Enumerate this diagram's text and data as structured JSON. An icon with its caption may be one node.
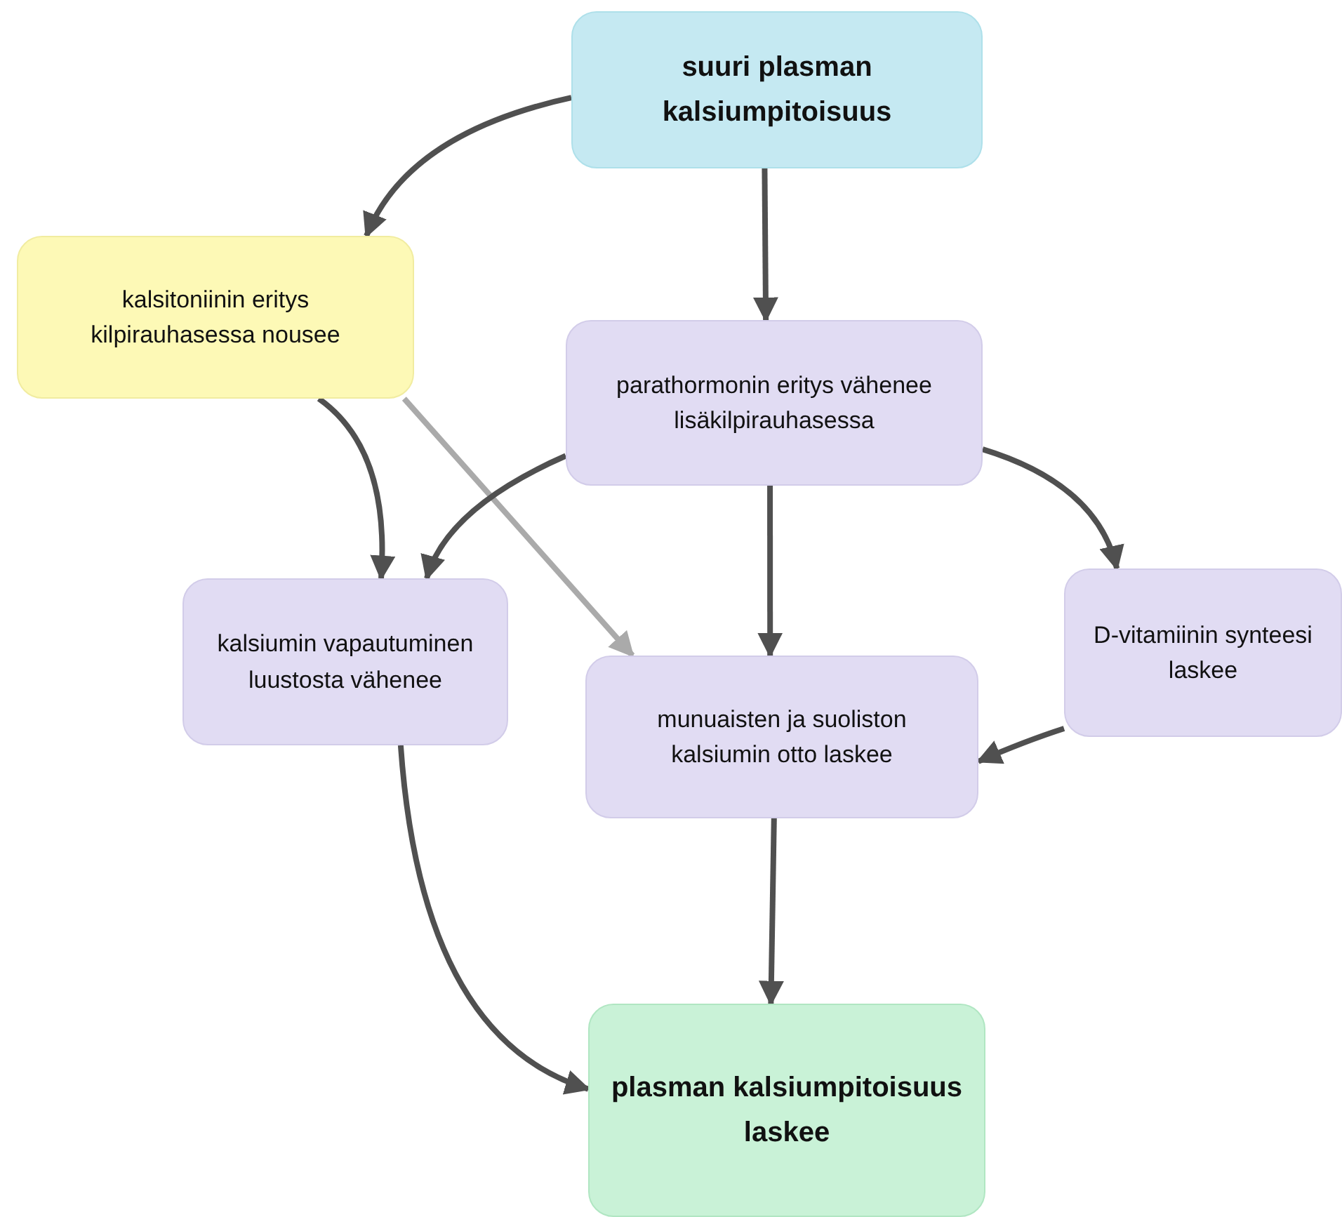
{
  "diagram": {
    "nodes": [
      {
        "text": [
          "suuri plasman kalsiumpitoisuus"
        ]
      },
      {
        "text": [
          "kalsitoniinin eritys kilpirauhasessa nousee"
        ]
      },
      {
        "text": [
          "parathormonin eritys vähenee lisäkilpirauhasessa"
        ]
      },
      {
        "text": [
          "kalsiumin vapautuminen luustosta vähenee"
        ]
      },
      {
        "text": [
          "munuaisten ja suoliston kalsiumin otto laskee"
        ]
      },
      {
        "text": [
          "D-vitamiinin synteesi laskee"
        ]
      },
      {
        "text": [
          "plasman kalsiumpitoisuus laskee"
        ]
      }
    ],
    "edges": [
      {
        "from": 0,
        "to": 1,
        "arrow": "to"
      },
      {
        "from": 0,
        "to": 2,
        "arrow": "to"
      },
      {
        "from": 1,
        "to": 3,
        "arrow": "to"
      },
      {
        "from": 1,
        "to": 4,
        "arrow": "to",
        "color": "#aaaaaa"
      },
      {
        "from": 2,
        "to": 3,
        "arrow": "to"
      },
      {
        "from": 2,
        "to": 4,
        "arrow": "to"
      },
      {
        "from": 2,
        "to": 5,
        "arrow": "to"
      },
      {
        "from": 5,
        "to": 4,
        "arrow": "to"
      },
      {
        "from": 3,
        "to": 6,
        "arrow": "to"
      },
      {
        "from": 4,
        "to": 6,
        "arrow": "to"
      }
    ]
  }
}
